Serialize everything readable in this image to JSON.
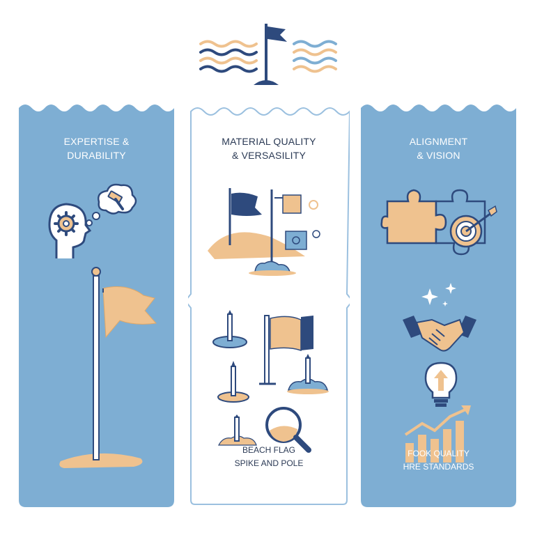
{
  "colors": {
    "panel_blue": "#7eaed3",
    "navy": "#2e4a7d",
    "sand": "#efc28f",
    "outline": "#9bc0df",
    "white": "#ffffff"
  },
  "left_panel": {
    "title_line1": "EXPERTISE &",
    "title_line2": "DURABILITY",
    "icons": [
      "head-gear-icon",
      "hammer-thought-icon",
      "flag-on-sand-icon"
    ]
  },
  "middle_panel": {
    "title_line1": "MATERIAL QUALITY",
    "title_line2": "& VERSASILITY",
    "caption_line1": "BEACH FLAG",
    "caption_line2": "SPIKE AND POLE",
    "icons": [
      "flags-on-dune-icon",
      "spike-icon",
      "pole-flag-icon",
      "magnifier-icon"
    ]
  },
  "right_panel": {
    "title_line1": "ALIGNMENT",
    "title_line2": "& VISION",
    "caption_line1": "FOOK QUALITY",
    "caption_line2": "HRE STANDARDS",
    "icons": [
      "puzzle-icon",
      "target-icon",
      "handshake-icon",
      "lightbulb-icon",
      "growth-chart-icon"
    ]
  },
  "top_icon": "waves-flag-icon"
}
